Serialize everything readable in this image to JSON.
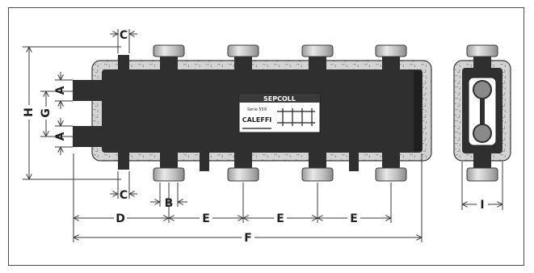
{
  "dimensions": {
    "A_top": "A",
    "A_bottom": "A",
    "B": "B",
    "C_top": "C",
    "C_bottom": "C",
    "D": "D",
    "E1": "E",
    "E2": "E",
    "E3": "E",
    "F": "F",
    "G": "G",
    "H": "H",
    "I": "I"
  },
  "plate": {
    "brand_top": "SEPCOLL",
    "series": "Serie 559",
    "brand": "CALEFFI"
  },
  "colors": {
    "body": "#2f2f2f",
    "insulation": "#c8c8c8",
    "fitting": "#cfcfcf",
    "line": "#3a3a3a"
  }
}
